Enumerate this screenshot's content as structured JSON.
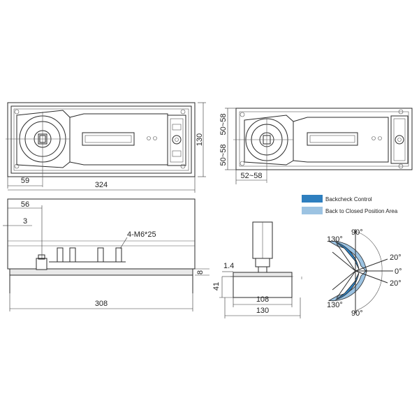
{
  "dimensions": {
    "top_left_width": "324",
    "top_left_height": "130",
    "top_left_pivot": "59",
    "top_right_h1": "50~58",
    "top_right_h2": "50~58",
    "top_right_pivot": "52~58",
    "side_offset": "56",
    "side_small": "3",
    "screws": "4-M6*25",
    "side_depth": "8",
    "side_length": "308",
    "end_spindle": "1.4",
    "end_height": "41",
    "end_inner": "108",
    "end_outer": "130"
  },
  "legend": {
    "backcheck": "Backcheck Control",
    "back_to_closed": "Back to Closed Position Area"
  },
  "angles": {
    "a130_top": "130°",
    "a90_top": "90°",
    "a20_top": "20°",
    "a0": "0°",
    "a20_bottom": "20°",
    "a130_bottom": "130°",
    "a90_bottom": "90°"
  },
  "colors": {
    "backcheck": "#2e7fbf",
    "back_to_closed": "#9cc3e2"
  }
}
